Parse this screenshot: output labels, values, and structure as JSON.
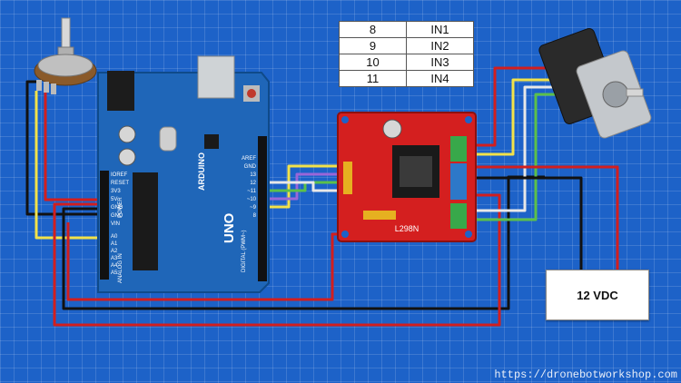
{
  "pin_table": {
    "rows": [
      {
        "pin": "8",
        "input": "IN1"
      },
      {
        "pin": "9",
        "input": "IN2"
      },
      {
        "pin": "10",
        "input": "IN3"
      },
      {
        "pin": "11",
        "input": "IN4"
      }
    ]
  },
  "power_supply": {
    "label": "12 VDC"
  },
  "arduino": {
    "brand": "ARDUINO",
    "model": "UNO",
    "power_header_labels": [
      "IOREF",
      "RESET",
      "3V3",
      "5V",
      "GND",
      "GND",
      "VIN"
    ],
    "analog_labels": [
      "A0",
      "A1",
      "A2",
      "A3",
      "A4",
      "A5"
    ],
    "digital_labels": [
      "AREF",
      "GND",
      "13",
      "12",
      "~11",
      "~10",
      "~9",
      "8"
    ],
    "section_power": "POWER",
    "section_analog": "ANALOG IN",
    "section_digital": "DIGITAL (PWM~)"
  },
  "driver": {
    "label": "L298N"
  },
  "watermark": "https://dronebotworkshop.com",
  "colors": {
    "background": "#1d62c8",
    "wire_red": "#d21e1e",
    "wire_black": "#111111",
    "wire_yellow": "#f2e24a",
    "wire_purple": "#9a66d8",
    "wire_green": "#5cc04a",
    "wire_white": "#f0f0f0",
    "board": "#1f66b8",
    "driver_board": "#d41f1f"
  },
  "icons": [
    "potentiometer-icon",
    "stepper-motor-icon",
    "l298n-driver-icon",
    "arduino-uno-icon"
  ]
}
